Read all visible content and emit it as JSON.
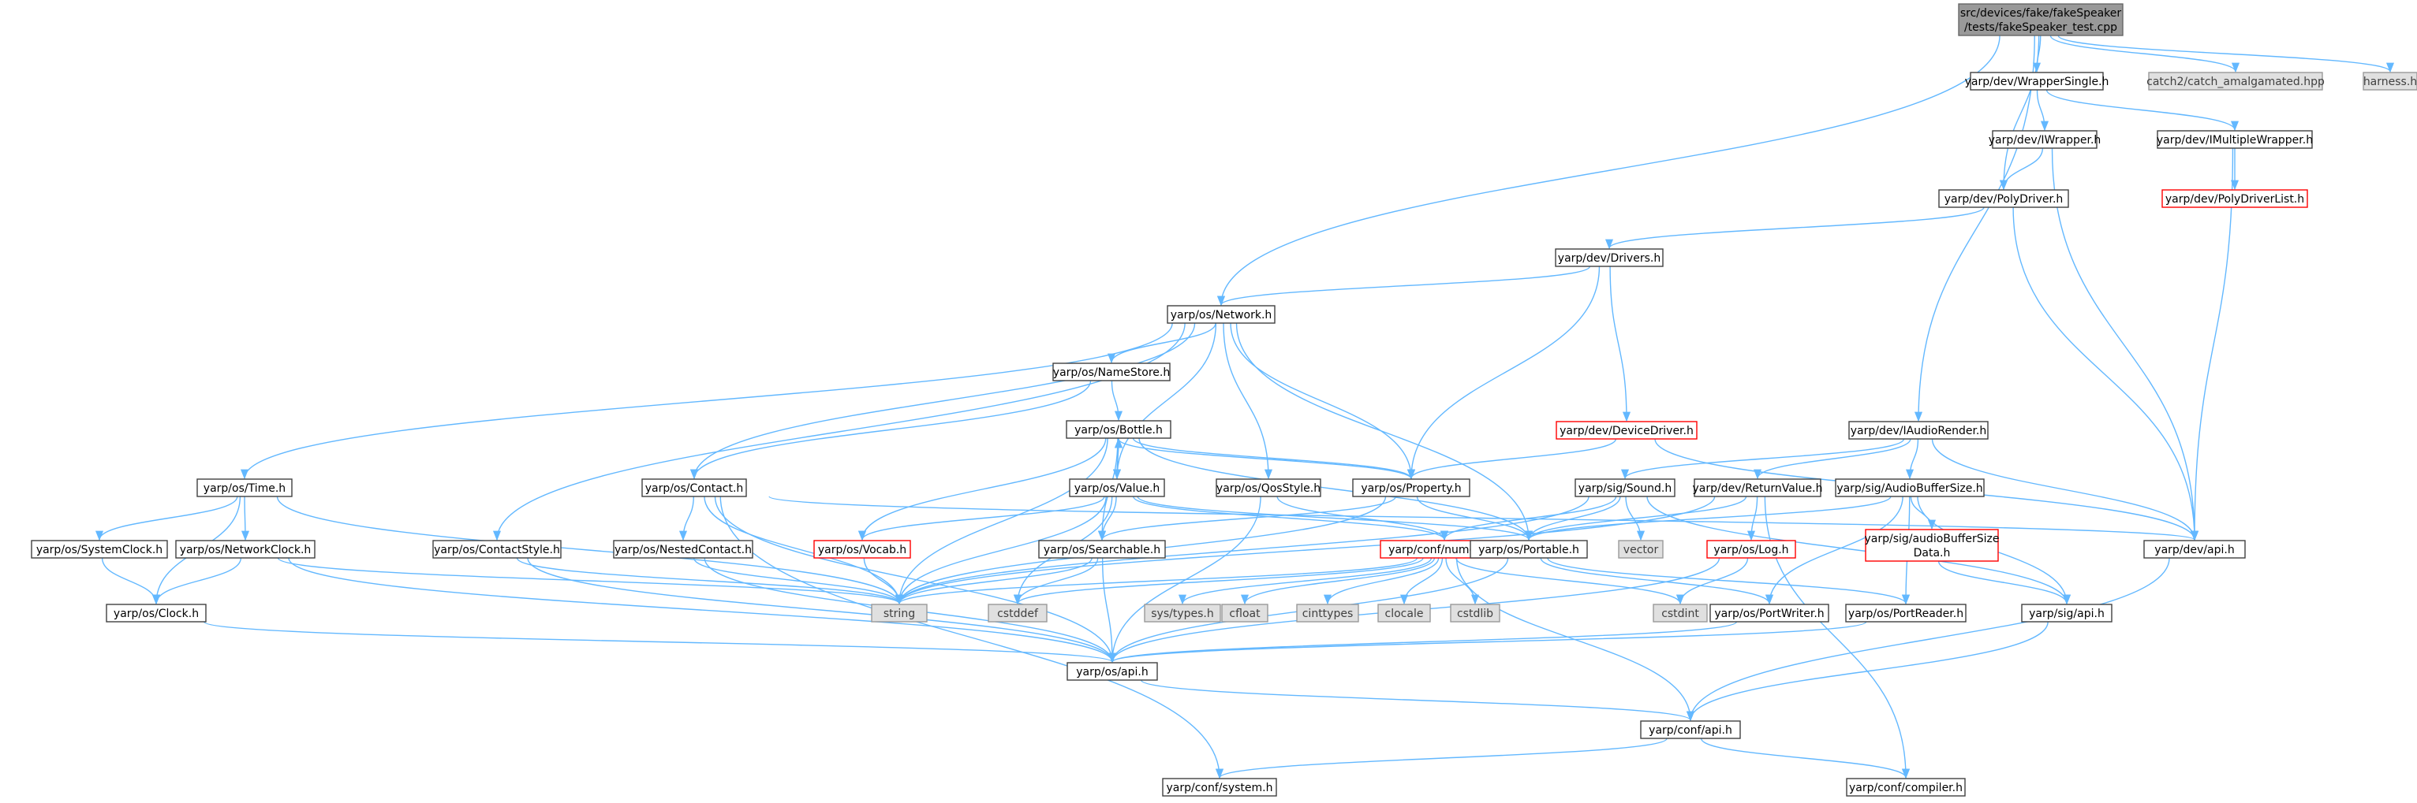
{
  "graph": {
    "colors": {
      "edge": "#63b8ff",
      "root_fill": "#999999",
      "default_border": "#404040",
      "missing_fill": "#e0e0e0",
      "missing_border": "#999999",
      "truncated_border": "#ff0000"
    },
    "nodes": [
      {
        "id": "root",
        "lines": [
          "src/devices/fake/fakeSpeaker",
          "/tests/fakeSpeaker_test.cpp"
        ],
        "kind": "root"
      },
      {
        "id": "WrapperSingle",
        "lines": [
          "yarp/dev/WrapperSingle.h"
        ],
        "kind": "normal"
      },
      {
        "id": "catch2",
        "lines": [
          "catch2/catch_amalgamated.hpp"
        ],
        "kind": "missing"
      },
      {
        "id": "harness",
        "lines": [
          "harness.h"
        ],
        "kind": "missing"
      },
      {
        "id": "IWrapper",
        "lines": [
          "yarp/dev/IWrapper.h"
        ],
        "kind": "normal"
      },
      {
        "id": "IMultipleWrapper",
        "lines": [
          "yarp/dev/IMultipleWrapper.h"
        ],
        "kind": "normal"
      },
      {
        "id": "PolyDriverList",
        "lines": [
          "yarp/dev/PolyDriverList.h"
        ],
        "kind": "truncated"
      },
      {
        "id": "PolyDriver",
        "lines": [
          "yarp/dev/PolyDriver.h"
        ],
        "kind": "normal"
      },
      {
        "id": "Drivers",
        "lines": [
          "yarp/dev/Drivers.h"
        ],
        "kind": "normal"
      },
      {
        "id": "Network",
        "lines": [
          "yarp/os/Network.h"
        ],
        "kind": "normal"
      },
      {
        "id": "NameStore",
        "lines": [
          "yarp/os/NameStore.h"
        ],
        "kind": "normal"
      },
      {
        "id": "Bottle",
        "lines": [
          "yarp/os/Bottle.h"
        ],
        "kind": "normal"
      },
      {
        "id": "DeviceDriver",
        "lines": [
          "yarp/dev/DeviceDriver.h"
        ],
        "kind": "truncated"
      },
      {
        "id": "IAudioRender",
        "lines": [
          "yarp/dev/IAudioRender.h"
        ],
        "kind": "normal"
      },
      {
        "id": "Time",
        "lines": [
          "yarp/os/Time.h"
        ],
        "kind": "normal"
      },
      {
        "id": "Contact",
        "lines": [
          "yarp/os/Contact.h"
        ],
        "kind": "normal"
      },
      {
        "id": "Value",
        "lines": [
          "yarp/os/Value.h"
        ],
        "kind": "normal"
      },
      {
        "id": "QosStyle",
        "lines": [
          "yarp/os/QosStyle.h"
        ],
        "kind": "normal"
      },
      {
        "id": "Property",
        "lines": [
          "yarp/os/Property.h"
        ],
        "kind": "normal"
      },
      {
        "id": "Sound",
        "lines": [
          "yarp/sig/Sound.h"
        ],
        "kind": "normal"
      },
      {
        "id": "ReturnValue",
        "lines": [
          "yarp/dev/ReturnValue.h"
        ],
        "kind": "normal"
      },
      {
        "id": "AudioBufferSize",
        "lines": [
          "yarp/sig/AudioBufferSize.h"
        ],
        "kind": "normal"
      },
      {
        "id": "SystemClock",
        "lines": [
          "yarp/os/SystemClock.h"
        ],
        "kind": "normal"
      },
      {
        "id": "NetworkClock",
        "lines": [
          "yarp/os/NetworkClock.h"
        ],
        "kind": "normal"
      },
      {
        "id": "ContactStyle",
        "lines": [
          "yarp/os/ContactStyle.h"
        ],
        "kind": "normal"
      },
      {
        "id": "NestedContact",
        "lines": [
          "yarp/os/NestedContact.h"
        ],
        "kind": "normal"
      },
      {
        "id": "Vocab",
        "lines": [
          "yarp/os/Vocab.h"
        ],
        "kind": "truncated"
      },
      {
        "id": "Searchable",
        "lines": [
          "yarp/os/Searchable.h"
        ],
        "kind": "normal"
      },
      {
        "id": "numeric",
        "lines": [
          "yarp/conf/numeric.h"
        ],
        "kind": "truncated"
      },
      {
        "id": "Portable",
        "lines": [
          "yarp/os/Portable.h"
        ],
        "kind": "normal"
      },
      {
        "id": "vector",
        "lines": [
          "vector"
        ],
        "kind": "missing"
      },
      {
        "id": "Log",
        "lines": [
          "yarp/os/Log.h"
        ],
        "kind": "truncated"
      },
      {
        "id": "audioBufferSizeData",
        "lines": [
          "yarp/sig/audioBufferSize",
          "Data.h"
        ],
        "kind": "truncated"
      },
      {
        "id": "devapi",
        "lines": [
          "yarp/dev/api.h"
        ],
        "kind": "normal"
      },
      {
        "id": "Clock",
        "lines": [
          "yarp/os/Clock.h"
        ],
        "kind": "normal"
      },
      {
        "id": "string",
        "lines": [
          "string"
        ],
        "kind": "missing"
      },
      {
        "id": "cstddef",
        "lines": [
          "cstddef"
        ],
        "kind": "missing"
      },
      {
        "id": "systypes",
        "lines": [
          "sys/types.h"
        ],
        "kind": "missing"
      },
      {
        "id": "cfloat",
        "lines": [
          "cfloat"
        ],
        "kind": "missing"
      },
      {
        "id": "cinttypes",
        "lines": [
          "cinttypes"
        ],
        "kind": "missing"
      },
      {
        "id": "clocale",
        "lines": [
          "clocale"
        ],
        "kind": "missing"
      },
      {
        "id": "cstdlib",
        "lines": [
          "cstdlib"
        ],
        "kind": "missing"
      },
      {
        "id": "cstdint",
        "lines": [
          "cstdint"
        ],
        "kind": "missing"
      },
      {
        "id": "PortWriter",
        "lines": [
          "yarp/os/PortWriter.h"
        ],
        "kind": "normal"
      },
      {
        "id": "PortReader",
        "lines": [
          "yarp/os/PortReader.h"
        ],
        "kind": "normal"
      },
      {
        "id": "sigapi",
        "lines": [
          "yarp/sig/api.h"
        ],
        "kind": "normal"
      },
      {
        "id": "osapi",
        "lines": [
          "yarp/os/api.h"
        ],
        "kind": "normal"
      },
      {
        "id": "confapi",
        "lines": [
          "yarp/conf/api.h"
        ],
        "kind": "normal"
      },
      {
        "id": "system",
        "lines": [
          "yarp/conf/system.h"
        ],
        "kind": "normal"
      },
      {
        "id": "compiler",
        "lines": [
          "yarp/conf/compiler.h"
        ],
        "kind": "normal"
      }
    ],
    "edges": [
      [
        "root",
        "WrapperSingle"
      ],
      [
        "root",
        "catch2"
      ],
      [
        "root",
        "harness"
      ],
      [
        "root",
        "PolyDriver"
      ],
      [
        "root",
        "Network"
      ],
      [
        "root",
        "IAudioRender"
      ],
      [
        "WrapperSingle",
        "IWrapper"
      ],
      [
        "WrapperSingle",
        "IMultipleWrapper"
      ],
      [
        "IWrapper",
        "PolyDriver"
      ],
      [
        "IWrapper",
        "devapi"
      ],
      [
        "IMultipleWrapper",
        "PolyDriverList"
      ],
      [
        "IMultipleWrapper",
        "devapi"
      ],
      [
        "PolyDriver",
        "Drivers"
      ],
      [
        "PolyDriver",
        "devapi"
      ],
      [
        "Drivers",
        "Network"
      ],
      [
        "Drivers",
        "Property"
      ],
      [
        "Drivers",
        "DeviceDriver"
      ],
      [
        "Network",
        "Time"
      ],
      [
        "Network",
        "Contact"
      ],
      [
        "Network",
        "NameStore"
      ],
      [
        "Network",
        "ContactStyle"
      ],
      [
        "Network",
        "Value"
      ],
      [
        "Network",
        "QosStyle"
      ],
      [
        "Network",
        "Property"
      ],
      [
        "Network",
        "Portable"
      ],
      [
        "NameStore",
        "Bottle"
      ],
      [
        "NameStore",
        "Contact"
      ],
      [
        "Bottle",
        "Value"
      ],
      [
        "Bottle",
        "Property"
      ],
      [
        "Bottle",
        "string"
      ],
      [
        "Bottle",
        "Vocab"
      ],
      [
        "Bottle",
        "Searchable"
      ],
      [
        "Bottle",
        "Portable"
      ],
      [
        "Value",
        "Bottle"
      ],
      [
        "Value",
        "Vocab"
      ],
      [
        "Value",
        "Searchable"
      ],
      [
        "Value",
        "numeric"
      ],
      [
        "Value",
        "Portable"
      ],
      [
        "Value",
        "string"
      ],
      [
        "Value",
        "cstddef"
      ],
      [
        "Property",
        "Bottle"
      ],
      [
        "Property",
        "Searchable"
      ],
      [
        "Property",
        "Portable"
      ],
      [
        "Property",
        "string"
      ],
      [
        "QosStyle",
        "numeric"
      ],
      [
        "QosStyle",
        "osapi"
      ],
      [
        "DeviceDriver",
        "Property"
      ],
      [
        "DeviceDriver",
        "devapi"
      ],
      [
        "IAudioRender",
        "Sound"
      ],
      [
        "IAudioRender",
        "ReturnValue"
      ],
      [
        "IAudioRender",
        "AudioBufferSize"
      ],
      [
        "IAudioRender",
        "devapi"
      ],
      [
        "Time",
        "SystemClock"
      ],
      [
        "Time",
        "NetworkClock"
      ],
      [
        "Time",
        "Clock"
      ],
      [
        "Time",
        "string"
      ],
      [
        "SystemClock",
        "Clock"
      ],
      [
        "NetworkClock",
        "Clock"
      ],
      [
        "NetworkClock",
        "string"
      ],
      [
        "NetworkClock",
        "osapi"
      ],
      [
        "Contact",
        "NestedContact"
      ],
      [
        "Contact",
        "string"
      ],
      [
        "Contact",
        "osapi"
      ],
      [
        "Contact",
        "system"
      ],
      [
        "Contact",
        "devapi"
      ],
      [
        "ContactStyle",
        "string"
      ],
      [
        "ContactStyle",
        "osapi"
      ],
      [
        "NestedContact",
        "string"
      ],
      [
        "NestedContact",
        "osapi"
      ],
      [
        "Vocab",
        "string"
      ],
      [
        "Searchable",
        "string"
      ],
      [
        "Searchable",
        "cstddef"
      ],
      [
        "Searchable",
        "osapi"
      ],
      [
        "numeric",
        "string"
      ],
      [
        "numeric",
        "systypes"
      ],
      [
        "numeric",
        "cfloat"
      ],
      [
        "numeric",
        "cinttypes"
      ],
      [
        "numeric",
        "clocale"
      ],
      [
        "numeric",
        "cstdlib"
      ],
      [
        "numeric",
        "cstdint"
      ],
      [
        "numeric",
        "cstddef"
      ],
      [
        "numeric",
        "confapi"
      ],
      [
        "Portable",
        "PortWriter"
      ],
      [
        "Portable",
        "PortReader"
      ],
      [
        "Portable",
        "osapi"
      ],
      [
        "Sound",
        "vector"
      ],
      [
        "Sound",
        "Portable"
      ],
      [
        "Sound",
        "numeric"
      ],
      [
        "Sound",
        "sigapi"
      ],
      [
        "Sound",
        "string"
      ],
      [
        "ReturnValue",
        "Log"
      ],
      [
        "ReturnValue",
        "Portable"
      ],
      [
        "ReturnValue",
        "string"
      ],
      [
        "ReturnValue",
        "compiler"
      ],
      [
        "Log",
        "cstdint"
      ],
      [
        "Log",
        "osapi"
      ],
      [
        "AudioBufferSize",
        "audioBufferSizeData"
      ],
      [
        "AudioBufferSize",
        "PortWriter"
      ],
      [
        "AudioBufferSize",
        "PortReader"
      ],
      [
        "AudioBufferSize",
        "sigapi"
      ],
      [
        "AudioBufferSize",
        "Portable"
      ],
      [
        "audioBufferSizeData",
        "sigapi"
      ],
      [
        "Clock",
        "osapi"
      ],
      [
        "PortWriter",
        "osapi"
      ],
      [
        "PortReader",
        "osapi"
      ],
      [
        "sigapi",
        "confapi"
      ],
      [
        "devapi",
        "confapi"
      ],
      [
        "osapi",
        "confapi"
      ],
      [
        "confapi",
        "system"
      ],
      [
        "confapi",
        "compiler"
      ]
    ]
  }
}
